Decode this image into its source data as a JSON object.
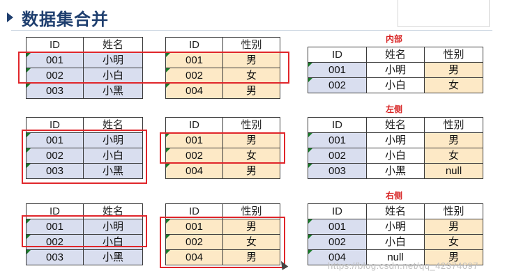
{
  "page": {
    "title": "数据集合并",
    "watermark": "https://blog.csdn.net/qq_42374697"
  },
  "labels": {
    "inner": "内部",
    "left": "左侧",
    "right": "右侧"
  },
  "headers": {
    "id": "ID",
    "name": "姓名",
    "gender": "性别"
  },
  "sections": [
    {
      "left_table": {
        "rows": [
          [
            "001",
            "小明"
          ],
          [
            "002",
            "小白"
          ],
          [
            "003",
            "小黑"
          ]
        ]
      },
      "right_table": {
        "rows": [
          [
            "001",
            "男"
          ],
          [
            "002",
            "女"
          ],
          [
            "004",
            "男"
          ]
        ]
      },
      "result_label": "内部",
      "result_table": {
        "rows": [
          [
            "001",
            "小明",
            "男"
          ],
          [
            "002",
            "小白",
            "女"
          ]
        ]
      }
    },
    {
      "left_table": {
        "rows": [
          [
            "001",
            "小明"
          ],
          [
            "002",
            "小白"
          ],
          [
            "003",
            "小黑"
          ]
        ]
      },
      "right_table": {
        "rows": [
          [
            "001",
            "男"
          ],
          [
            "002",
            "女"
          ],
          [
            "004",
            "男"
          ]
        ]
      },
      "result_label": "左侧",
      "result_table": {
        "rows": [
          [
            "001",
            "小明",
            "男"
          ],
          [
            "002",
            "小白",
            "女"
          ],
          [
            "003",
            "小黑",
            "null"
          ]
        ]
      }
    },
    {
      "left_table": {
        "rows": [
          [
            "001",
            "小明"
          ],
          [
            "002",
            "小白"
          ],
          [
            "003",
            "小黑"
          ]
        ]
      },
      "right_table": {
        "rows": [
          [
            "001",
            "男"
          ],
          [
            "002",
            "女"
          ],
          [
            "004",
            "男"
          ]
        ]
      },
      "result_label": "右侧",
      "result_table": {
        "rows": [
          [
            "001",
            "小明",
            "男"
          ],
          [
            "002",
            "小白",
            "女"
          ],
          [
            "004",
            "null",
            "男"
          ]
        ]
      }
    }
  ],
  "colors": {
    "title": "#1f3f6f",
    "highlight": "#e0262b",
    "id_fill": "#d9deef",
    "gender_fill": "#fde9c6",
    "label": "#d72020"
  }
}
